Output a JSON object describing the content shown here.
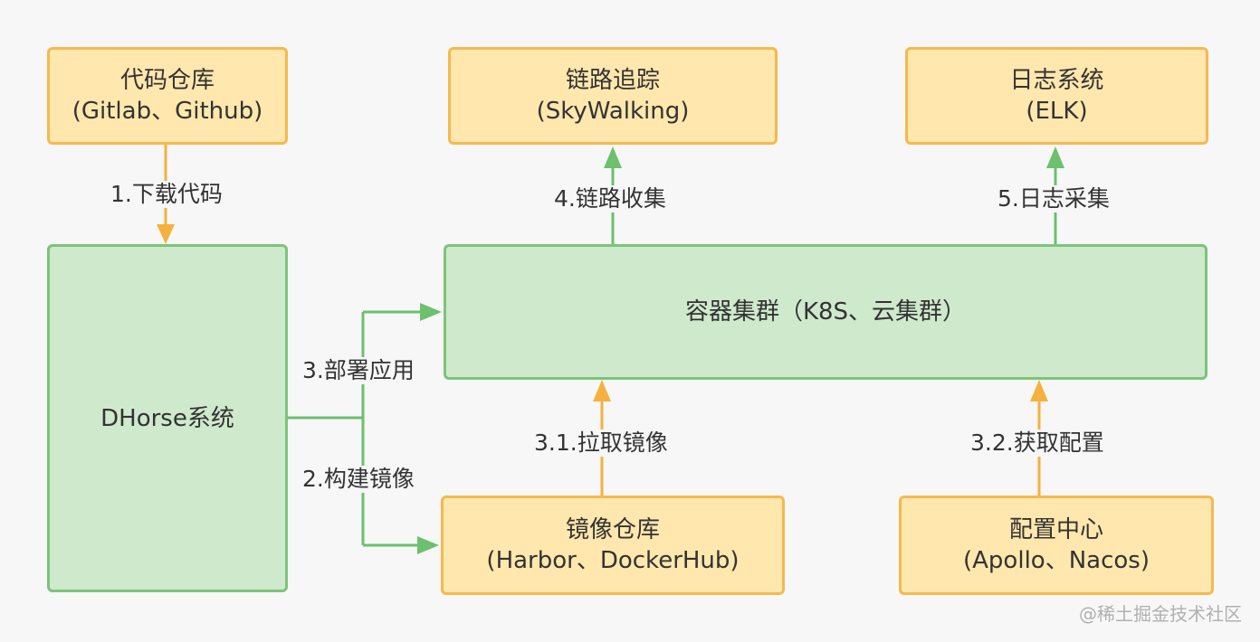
{
  "colors": {
    "orange_fill": "#ffe7ad",
    "orange_stroke": "#f5b94f",
    "green_fill": "#cfe9cc",
    "green_stroke": "#7cc47a",
    "green_arrow": "#6cc06e",
    "orange_arrow": "#f5b13f"
  },
  "nodes": {
    "code_repo": {
      "title": "代码仓库",
      "subtitle": "(Gitlab、Github)"
    },
    "tracing": {
      "title": "链路追踪",
      "subtitle": "(SkyWalking)"
    },
    "logging": {
      "title": "日志系统",
      "subtitle": "(ELK)"
    },
    "dhorse": {
      "title": "DHorse系统"
    },
    "cluster": {
      "title": "容器集群（K8S、云集群）"
    },
    "image_repo": {
      "title": "镜像仓库",
      "subtitle": "(Harbor、DockerHub)"
    },
    "config_center": {
      "title": "配置中心",
      "subtitle": "(Apollo、Nacos)"
    }
  },
  "edges": {
    "download_code": "1.下载代码",
    "build_image": "2.构建镜像",
    "deploy_app": "3.部署应用",
    "pull_image": "3.1.拉取镜像",
    "get_config": "3.2.获取配置",
    "trace_collect": "4.链路收集",
    "log_collect": "5.日志采集"
  },
  "watermark": "@稀土掘金技术社区"
}
